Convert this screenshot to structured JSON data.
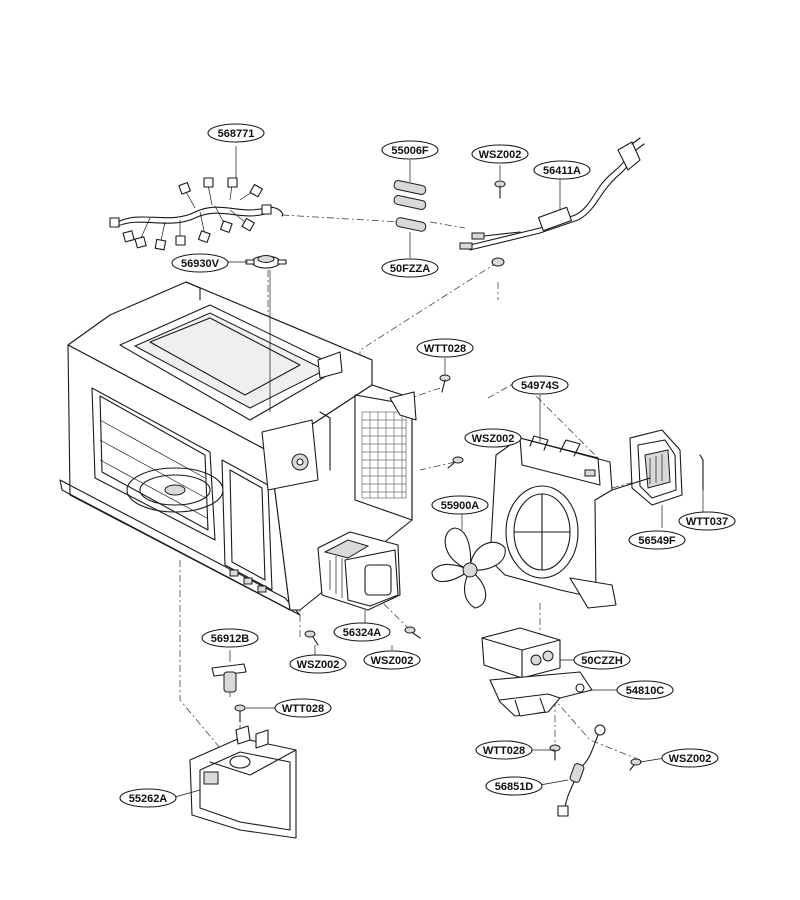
{
  "labels": {
    "p568771": "568771",
    "p55006F": "55006F",
    "pWSZ002_top": "WSZ002",
    "p56411A": "56411A",
    "p56930V": "56930V",
    "p50FZZA": "50FZZA",
    "pWTT028_top": "WTT028",
    "p54974S": "54974S",
    "pWSZ002_mid": "WSZ002",
    "p55900A": "55900A",
    "pWTT037": "WTT037",
    "p56549F": "56549F",
    "p56324A": "56324A",
    "p56912B": "56912B",
    "pWSZ002_lowleft": "WSZ002",
    "pWSZ002_lowcenter": "WSZ002",
    "p50CZZH": "50CZZH",
    "p54810C": "54810C",
    "pWTT028_low": "WTT028",
    "pWTT028_bottom": "WTT028",
    "pWSZ002_bottom": "WSZ002",
    "p56851D": "56851D",
    "p55262A": "55262A"
  }
}
